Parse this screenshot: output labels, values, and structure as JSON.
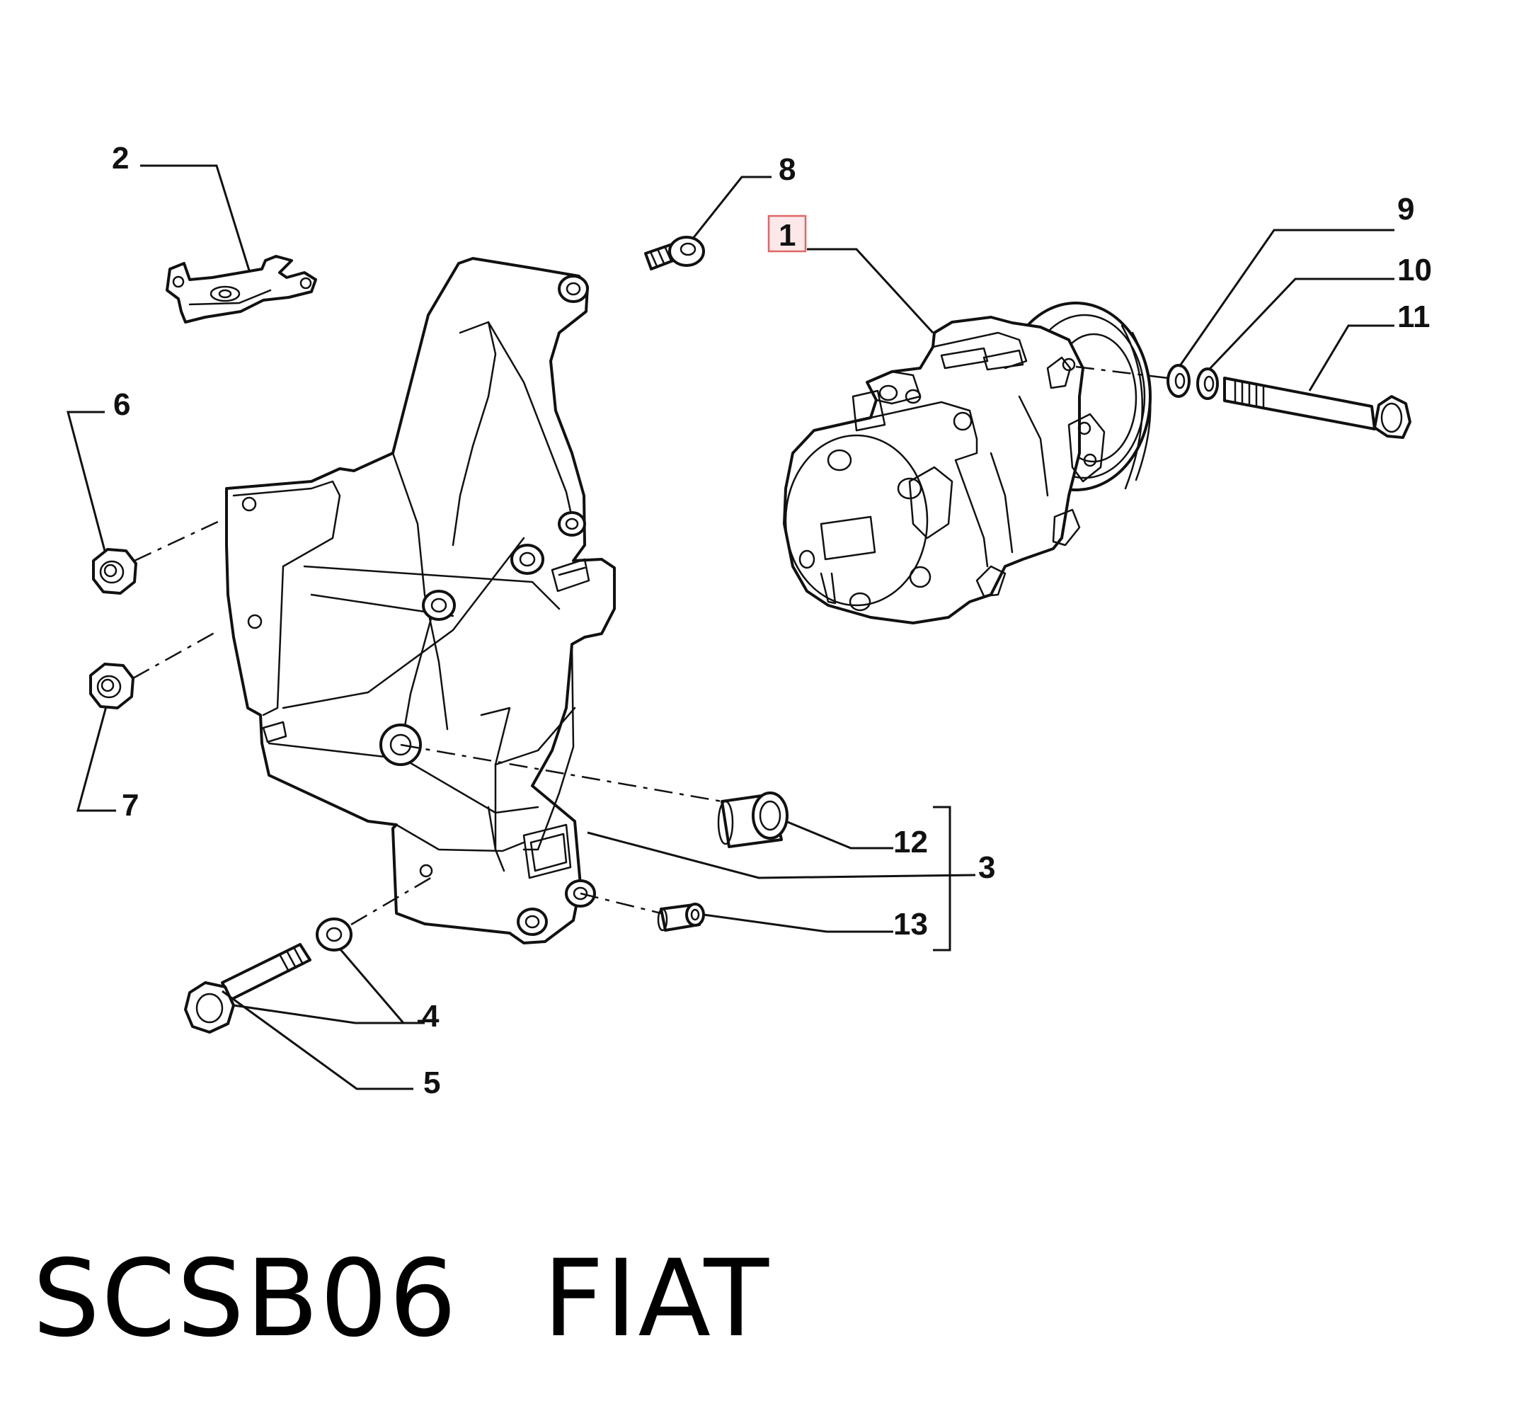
{
  "labels": {
    "l1": "1",
    "l2": "2",
    "l3": "3",
    "l4": "4",
    "l5": "5",
    "l6": "6",
    "l7": "7",
    "l8": "8",
    "l9": "9",
    "l10": "10",
    "l11": "11",
    "l12": "12",
    "l13": "13"
  },
  "caption": {
    "code": "SCSB06",
    "brand": "FIAT"
  },
  "colors": {
    "highlight_border": "#e06666",
    "highlight_fill": "#fce8e8",
    "line": "#111111"
  }
}
